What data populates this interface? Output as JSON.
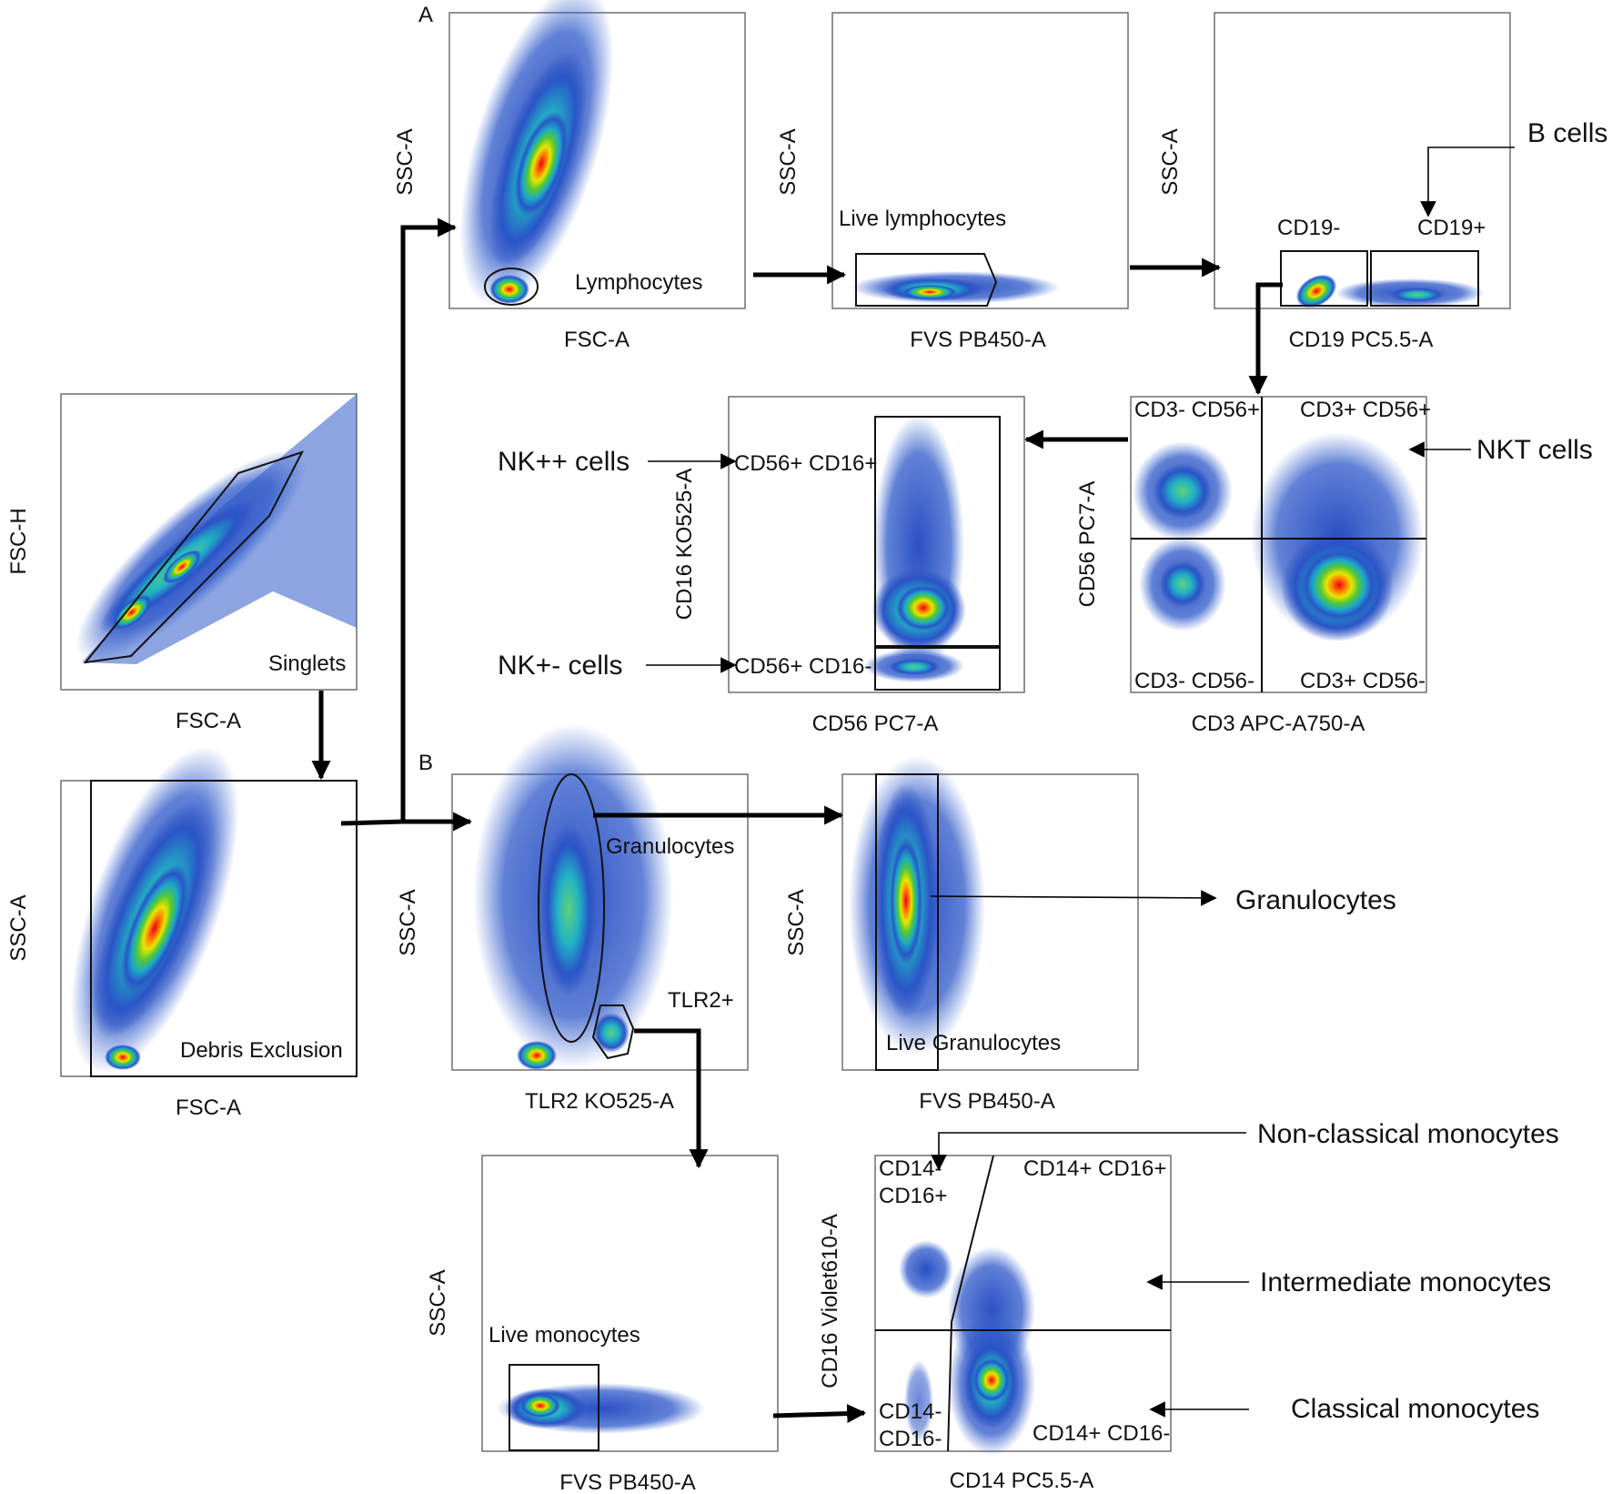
{
  "panel_letters": {
    "a": "A",
    "b": "B"
  },
  "plots": {
    "singlets": {
      "x_axis": "FSC-A",
      "y_axis": "FSC-H",
      "gate": "Singlets"
    },
    "debris": {
      "x_axis": "FSC-A",
      "y_axis": "SSC-A",
      "gate": "Debris Exclusion"
    },
    "lymph": {
      "x_axis": "FSC-A",
      "y_axis": "SSC-A",
      "gate": "Lymphocytes"
    },
    "live_lymph": {
      "x_axis": "FVS PB450-A",
      "y_axis": "SSC-A",
      "gate": "Live lymphocytes"
    },
    "cd19": {
      "x_axis": "CD19 PC5.5-A",
      "y_axis": "SSC-A",
      "gate_left": "CD19-",
      "gate_right": "CD19+"
    },
    "cd3": {
      "x_axis": "CD3 APC-A750-A",
      "y_axis": "CD56 PC7-A",
      "q_tl": "CD3- CD56+",
      "q_tr": "CD3+ CD56+",
      "q_bl": "CD3- CD56-",
      "q_br": "CD3+ CD56-"
    },
    "cd56": {
      "x_axis": "CD56 PC7-A",
      "y_axis": "CD16 KO525-A",
      "gate_top": "CD56+ CD16+",
      "gate_bottom": "CD56+ CD16-"
    },
    "tlr2": {
      "x_axis": "TLR2 KO525-A",
      "y_axis": "SSC-A",
      "gate_gran": "Granulocytes",
      "gate_tlr2": "TLR2+"
    },
    "live_gran": {
      "x_axis": "FVS PB450-A",
      "y_axis": "SSC-A",
      "gate": "Live Granulocytes"
    },
    "live_mono": {
      "x_axis": "FVS PB450-A",
      "y_axis": "SSC-A",
      "gate": "Live monocytes"
    },
    "cd14": {
      "x_axis": "CD14 PC5.5-A",
      "y_axis": "CD16 Violet610-A",
      "q_tl_1": "CD14-",
      "q_tl_2": "CD16+",
      "q_tr": "CD14+ CD16+",
      "q_bl_1": "CD14-",
      "q_bl_2": "CD16-",
      "q_br": "CD14+ CD16-"
    }
  },
  "populations": {
    "b_cells": "B cells",
    "nkt_cells": "NKT cells",
    "nk_pp": "NK++ cells",
    "nk_pm": "NK+- cells",
    "granulocytes": "Granulocytes",
    "non_classical": "Non-classical monocytes",
    "intermediate": "Intermediate monocytes",
    "classical": "Classical monocytes"
  }
}
